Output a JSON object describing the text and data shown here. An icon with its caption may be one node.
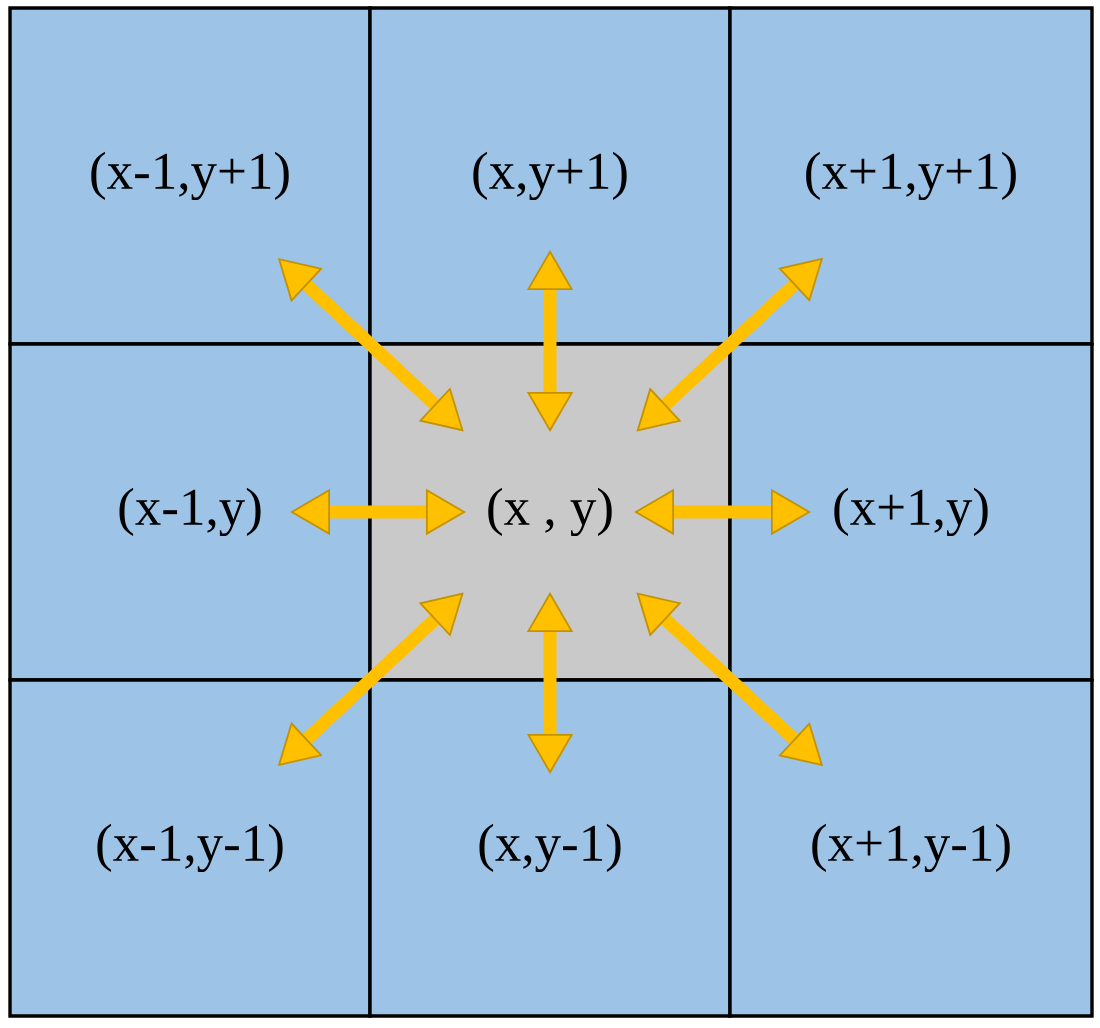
{
  "diagram": {
    "nodes": [
      {
        "text": [
          "(x-1,y+1)"
        ]
      },
      {
        "text": [
          "(x,y+1)"
        ]
      },
      {
        "text": [
          "(x+1,y+1)"
        ]
      },
      {
        "text": [
          "(x-1,y)"
        ]
      },
      {
        "text": [
          "(x , y)"
        ]
      },
      {
        "text": [
          "(x+1,y)"
        ]
      },
      {
        "text": [
          "(x-1,y-1)"
        ]
      },
      {
        "text": [
          "(x,y-1)"
        ]
      },
      {
        "text": [
          "(x+1,y-1)"
        ]
      }
    ],
    "edges": [
      {
        "from": 4,
        "to": 0,
        "arrow": "both"
      },
      {
        "from": 4,
        "to": 1,
        "arrow": "both"
      },
      {
        "from": 4,
        "to": 2,
        "arrow": "both"
      },
      {
        "from": 4,
        "to": 3,
        "arrow": "both"
      },
      {
        "from": 4,
        "to": 5,
        "arrow": "both"
      },
      {
        "from": 4,
        "to": 6,
        "arrow": "both"
      },
      {
        "from": 4,
        "to": 7,
        "arrow": "both"
      },
      {
        "from": 4,
        "to": 8,
        "arrow": "both"
      }
    ]
  }
}
